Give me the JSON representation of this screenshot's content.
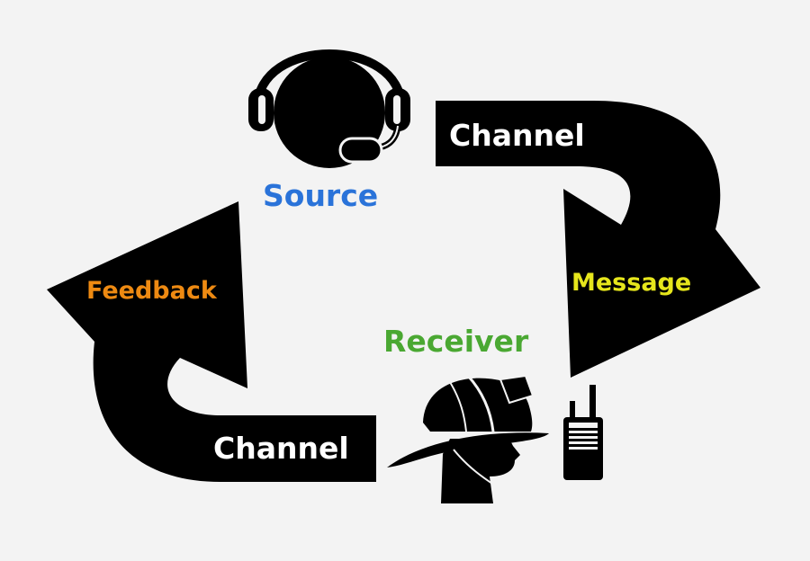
{
  "labels": {
    "channel_top": "Channel",
    "source": "Source",
    "message": "Message",
    "receiver": "Receiver",
    "feedback": "Feedback",
    "channel_bottom": "Channel"
  },
  "colors": {
    "background": "#f3f3f3",
    "shape": "#000000",
    "channel_text": "#ffffff",
    "source_text": "#2a73d9",
    "message_text": "#e6e61c",
    "receiver_text": "#4aa832",
    "feedback_text": "#ee8a12"
  },
  "icons": {
    "source": "headset-operator-icon",
    "receiver": "firefighter-helmet-icon",
    "radio": "walkie-talkie-icon"
  }
}
